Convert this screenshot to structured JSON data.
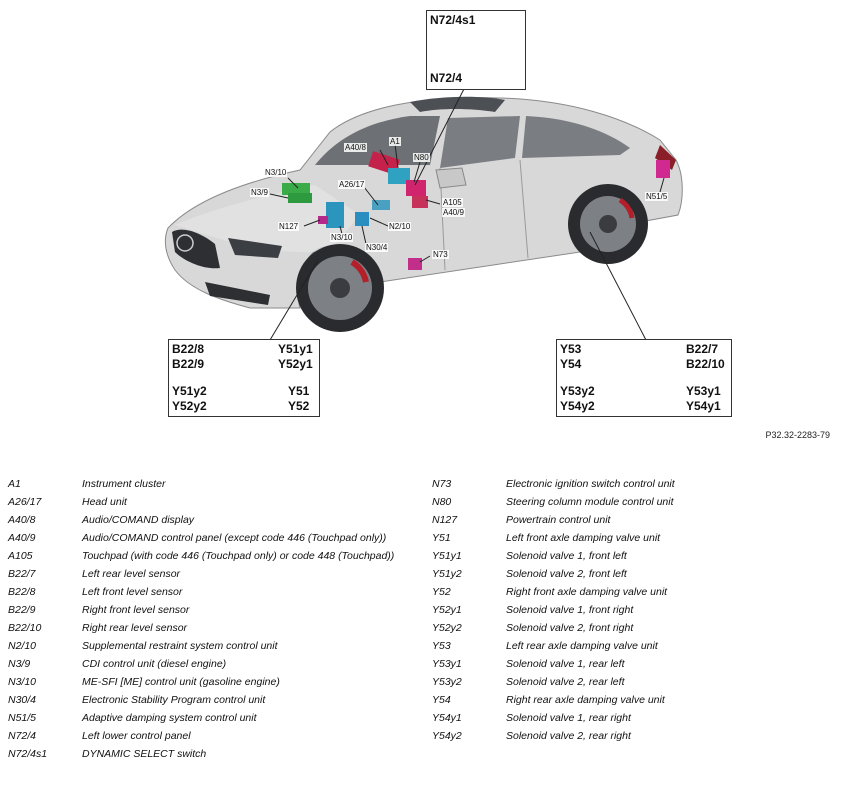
{
  "figure_id": "P32.32-2283-79",
  "top_box": {
    "labels": [
      "N72/4s1",
      "N72/4"
    ]
  },
  "front_box": {
    "labels": [
      "B22/8",
      "B22/9",
      "Y51y1",
      "Y52y1",
      "Y51y2",
      "Y52y2",
      "Y51",
      "Y52"
    ]
  },
  "rear_box": {
    "labels": [
      "Y53",
      "Y54",
      "B22/7",
      "B22/10",
      "Y53y2",
      "Y54y2",
      "Y53y1",
      "Y54y1"
    ]
  },
  "car_labels": [
    "A1",
    "A40/8",
    "N80",
    "N3/10",
    "N3/9",
    "A26/17",
    "A105",
    "A40/9",
    "N127",
    "N2/10",
    "N3/10",
    "N30/4",
    "N73",
    "N51/5"
  ],
  "legend_left": [
    {
      "code": "A1",
      "desc": "Instrument cluster"
    },
    {
      "code": "A26/17",
      "desc": "Head unit"
    },
    {
      "code": "A40/8",
      "desc": "Audio/COMAND display"
    },
    {
      "code": "A40/9",
      "desc": "Audio/COMAND control panel (except code 446 (Touchpad only))"
    },
    {
      "code": "A105",
      "desc": "Touchpad (with code 446 (Touchpad only) or code 448 (Touchpad))"
    },
    {
      "code": "B22/7",
      "desc": "Left rear level sensor"
    },
    {
      "code": "B22/8",
      "desc": "Left front level sensor"
    },
    {
      "code": "B22/9",
      "desc": "Right front level sensor"
    },
    {
      "code": "B22/10",
      "desc": "Right rear level sensor"
    },
    {
      "code": "N2/10",
      "desc": "Supplemental restraint system control unit"
    },
    {
      "code": "N3/9",
      "desc": "CDI control unit (diesel engine)"
    },
    {
      "code": "N3/10",
      "desc": "ME-SFI [ME] control unit (gasoline engine)"
    },
    {
      "code": "N30/4",
      "desc": "Electronic Stability Program control unit"
    },
    {
      "code": "N51/5",
      "desc": "Adaptive damping system control unit"
    },
    {
      "code": "N72/4",
      "desc": "Left lower control panel"
    },
    {
      "code": "N72/4s1",
      "desc": "DYNAMIC SELECT switch"
    }
  ],
  "legend_right": [
    {
      "code": "N73",
      "desc": "Electronic ignition switch control unit"
    },
    {
      "code": "N80",
      "desc": "Steering column module control unit"
    },
    {
      "code": "N127",
      "desc": "Powertrain control unit"
    },
    {
      "code": "Y51",
      "desc": "Left front axle damping valve unit"
    },
    {
      "code": "Y51y1",
      "desc": "Solenoid valve 1, front left"
    },
    {
      "code": "Y51y2",
      "desc": "Solenoid valve 2, front left"
    },
    {
      "code": "Y52",
      "desc": "Right front axle damping valve unit"
    },
    {
      "code": "Y52y1",
      "desc": "Solenoid valve 1, front right"
    },
    {
      "code": "Y52y2",
      "desc": "Solenoid valve 2, front right"
    },
    {
      "code": "Y53",
      "desc": "Left rear axle damping valve unit"
    },
    {
      "code": "Y53y1",
      "desc": "Solenoid valve 1, rear left"
    },
    {
      "code": "Y53y2",
      "desc": "Solenoid valve 2, rear left"
    },
    {
      "code": "Y54",
      "desc": "Right rear axle damping valve unit"
    },
    {
      "code": "Y54y1",
      "desc": "Solenoid valve 1, rear right"
    },
    {
      "code": "Y54y2",
      "desc": "Solenoid valve 2, rear right"
    }
  ]
}
